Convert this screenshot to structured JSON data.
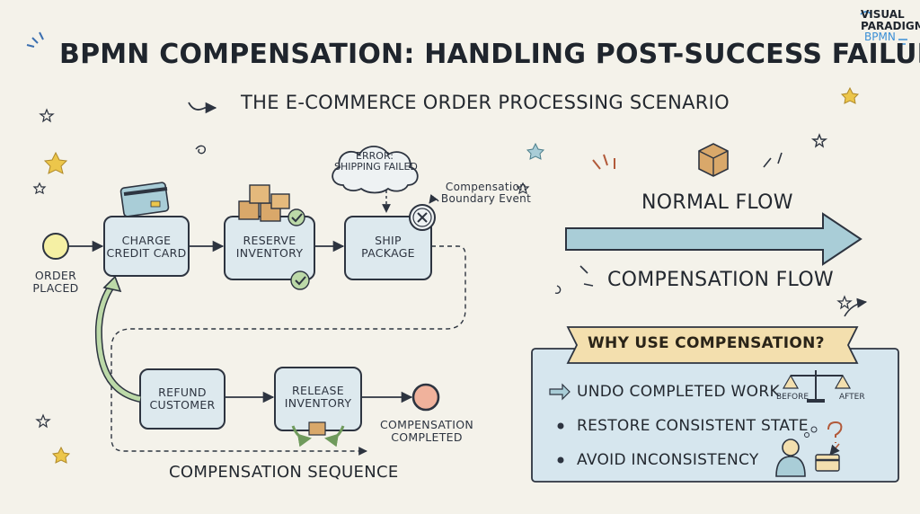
{
  "header": {
    "title": "BPMN COMPENSATION: HANDLING POST-SUCCESS FAILURES",
    "subtitle": "THE E-COMMERCE ORDER PROCESSING SCENARIO"
  },
  "logo": {
    "line1": "VISUAL",
    "line2": "PARADIGM",
    "line3": "BPMN"
  },
  "process": {
    "start_event": "ORDER\nPLACED",
    "tasks": {
      "charge": "CHARGE\nCREDIT CARD",
      "reserve": "RESERVE\nINVENTORY",
      "ship": "SHIP\nPACKAGE",
      "refund": "REFUND\nCUSTOMER",
      "release": "RELEASE\nINVENTORY"
    },
    "error_cloud": "ERROR:\nSHIPPING FAILED",
    "boundary_event": "Compensation\nBoundary Event",
    "end_event": "COMPENSATION\nCOMPLETED",
    "sequence_label": "COMPENSATION SEQUENCE"
  },
  "legend": {
    "normal_flow": "NORMAL FLOW",
    "compensation_flow": "COMPENSATION FLOW"
  },
  "why": {
    "title": "WHY USE COMPENSATION?",
    "items": [
      {
        "bullet": "arrow-bullet-icon",
        "text": "UNDO COMPLETED WORK"
      },
      {
        "bullet": "dot-bullet-icon",
        "text": "RESTORE CONSISTENT STATE"
      },
      {
        "bullet": "dot-bullet-icon",
        "text": "AVOID INCONSISTENCY"
      }
    ],
    "scale_before": "BEFORE",
    "scale_after": "AFTER"
  },
  "colors": {
    "background": "#f4f2ea",
    "task_fill": "#dde9ee",
    "start_fill": "#f5f0a4",
    "end_fill": "#f0b29c",
    "arrow_fill": "#a9cdd7",
    "comp_arrow": "#bcd9a8",
    "banner_fill": "#f3dfae",
    "panel_fill": "#d6e6ee",
    "star": "#ecc64b",
    "accent": "#3d8f96"
  }
}
